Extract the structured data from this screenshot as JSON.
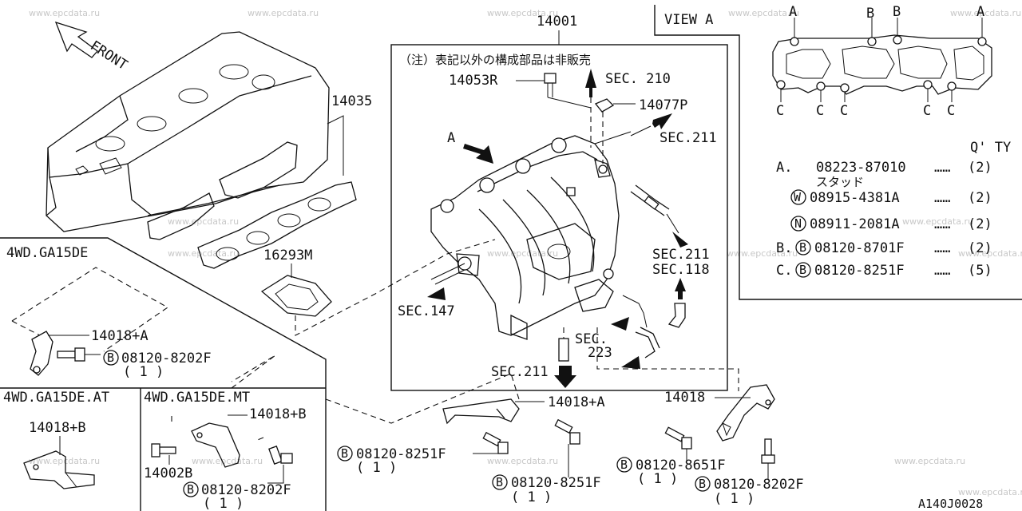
{
  "watermark": "www.epcdata.ru",
  "front_label": "FRONT",
  "view_label": "VIEW  A",
  "note": "（注）表記以外の構成部品は非販売",
  "diagram_code": "A140J0028",
  "parts": {
    "p14001": "14001",
    "p14035": "14035",
    "p16293M": "16293M",
    "p14053R": "14053R",
    "p14077P": "14077P",
    "p14018A_top": "14018+A",
    "p14018A_bottom": "14018+A",
    "p14018B_left": "14018+B",
    "p14018B_mid": "14018+B",
    "p14002B": "14002B",
    "p14018": "14018",
    "arrow_A": "A"
  },
  "sections": {
    "sec210": "SEC. 210",
    "sec211_a": "SEC.211",
    "sec211_b": "SEC.211",
    "sec118": "SEC.118",
    "sec147": "SEC.147",
    "sec223_a": "SEC.",
    "sec223_b": "223",
    "sec211_c": "SEC.211"
  },
  "variants": {
    "v4wd": "4WD.GA15DE",
    "v4wd_at": "4WD.GA15DE.AT",
    "v4wd_mt": "4WD.GA15DE.MT"
  },
  "bolts": [
    {
      "id": "b1",
      "code": "08120-8202F",
      "qty": "( 1 )"
    },
    {
      "id": "b2",
      "code": "08120-8251F",
      "qty": "( 1 )"
    },
    {
      "id": "b3",
      "code": "08120-8251F",
      "qty": "( 1 )"
    },
    {
      "id": "b4",
      "code": "08120-8651F",
      "qty": "( 1 )"
    },
    {
      "id": "b5",
      "code": "08120-8202F",
      "qty": "( 1 )"
    },
    {
      "id": "b6",
      "code": "08120-8202F",
      "qty": "( 1 )"
    }
  ],
  "view_a_letters": {
    "a": "A",
    "b": "B",
    "c": "C"
  },
  "qty_table": {
    "header": "Q' TY",
    "rows": [
      {
        "prefix": "A.",
        "badge": "",
        "code": "08223-87010",
        "dots": "……",
        "qty": "(2)",
        "sub": "スタッド"
      },
      {
        "prefix": "",
        "badge": "W",
        "code": "08915-4381A",
        "dots": "……",
        "qty": "(2)",
        "sub": ""
      },
      {
        "prefix": "",
        "badge": "N",
        "code": "08911-2081A",
        "dots": "……",
        "qty": "(2)",
        "sub": ""
      },
      {
        "prefix": "B.",
        "badge": "B",
        "code": "08120-8701F",
        "dots": "……",
        "qty": "(2)",
        "sub": ""
      },
      {
        "prefix": "C.",
        "badge": "B",
        "code": "08120-8251F",
        "dots": "……",
        "qty": "(5)",
        "sub": ""
      }
    ]
  },
  "badge_letter": "B"
}
